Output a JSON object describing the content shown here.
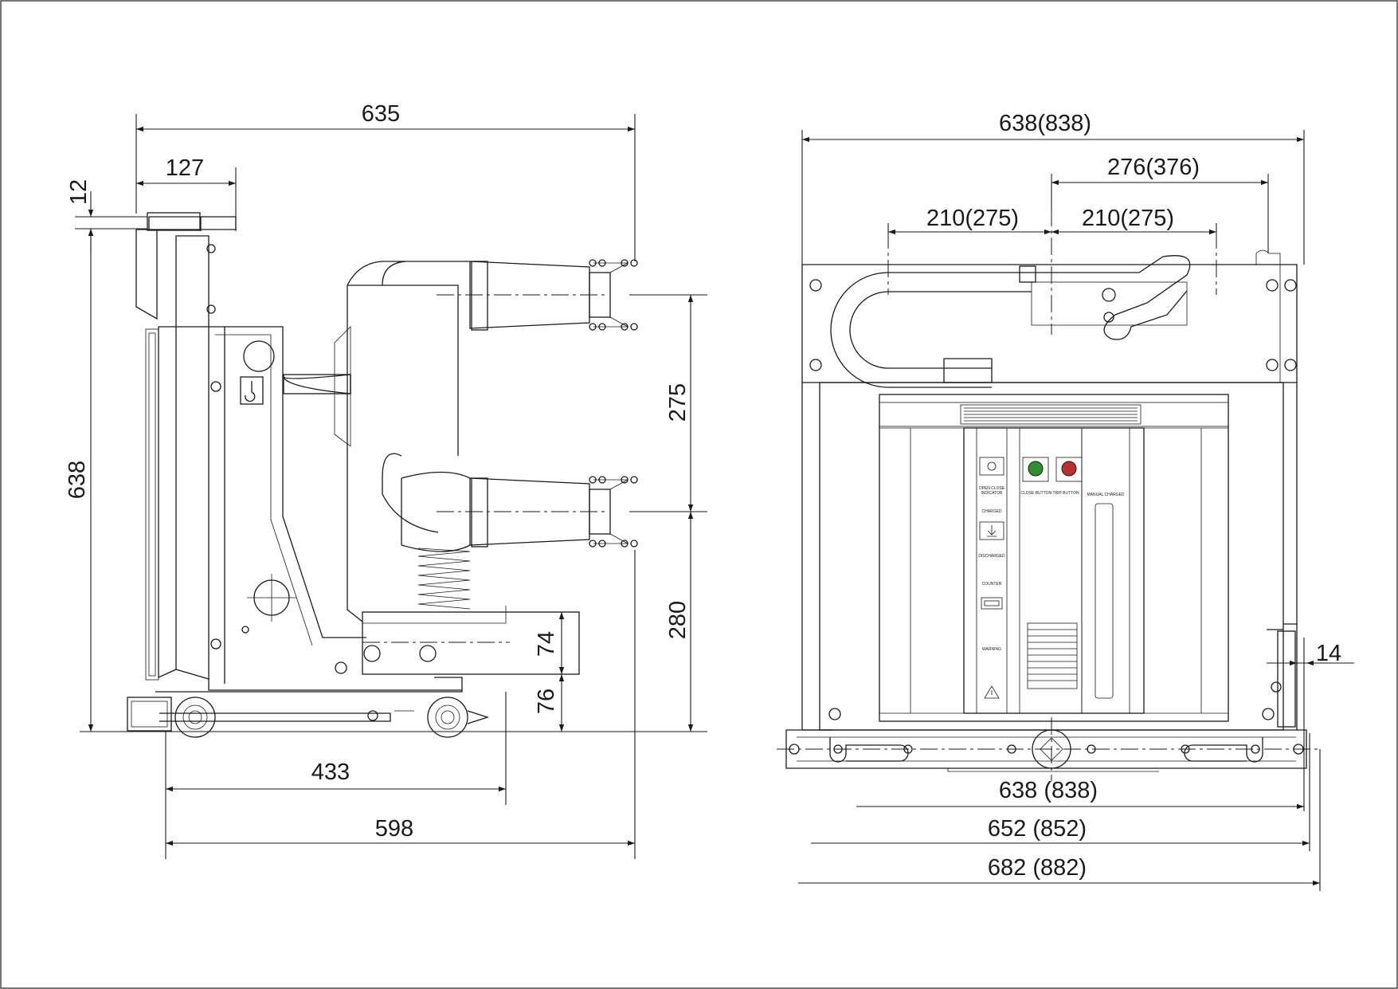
{
  "side_view": {
    "dims": {
      "overall_width": "635",
      "top_offset": "127",
      "top_gap": "12",
      "overall_height": "638",
      "phase_spacing": "275",
      "lower_height": "280",
      "base_upper": "74",
      "base_lower": "76",
      "wheel_track": "433",
      "base_width": "598"
    }
  },
  "front_view": {
    "dims": {
      "top_width": "638(838)",
      "right_offset": "276(376)",
      "pitch_left": "210(275)",
      "pitch_right": "210(275)",
      "side_gap": "14",
      "width_a": "638 (838)",
      "width_b": "652 (852)",
      "width_c": "682 (882)"
    },
    "panel": {
      "open_close": "OPEN CLOSE",
      "indicator": "INDICATOR",
      "charged": "CHARGED",
      "discharged": "DISCHARGED",
      "counter": "COUNTER",
      "close_trip": "CLOSE BUTTON  TRIP BUTTON",
      "manual_charged": "MANUAL CHARGED",
      "warning": "WARNING"
    }
  },
  "colors": {
    "line": "#1a1a1a",
    "background": "#ffffff"
  },
  "icons": [
    "lifting-hook-icon",
    "warning-triangle-icon",
    "arrow-down-icon",
    "close-button-icon",
    "trip-button-icon"
  ]
}
